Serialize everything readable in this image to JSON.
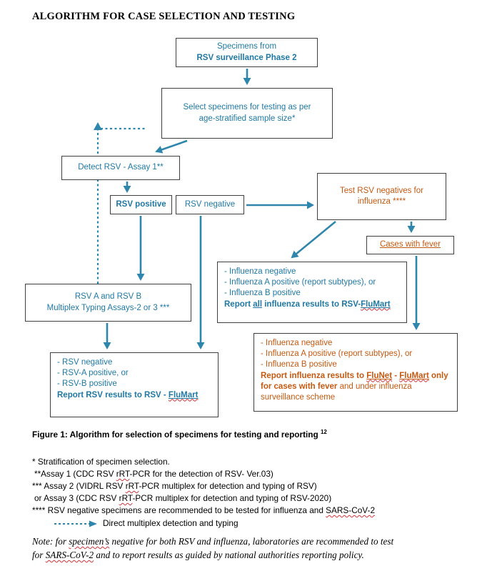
{
  "colors": {
    "teal_text": "#1f78a4",
    "teal_arrow": "#2e86ad",
    "orange": "#c45911",
    "border": "#3f3f3f",
    "squiggle": "#d13438",
    "ink": "#111111"
  },
  "title": "ALGORITHM FOR CASE SELECTION AND TESTING",
  "boxes": {
    "specimens": {
      "line1": "Specimens from",
      "line2": "RSV surveillance Phase 2"
    },
    "select": {
      "line1": "Select specimens for testing as per",
      "line2": "age-stratified sample size*"
    },
    "detect": {
      "label": "Detect RSV - Assay 1**"
    },
    "rsv_positive": {
      "label": "RSV positive"
    },
    "rsv_negative": {
      "label": "RSV negative"
    },
    "test_influenza": {
      "line1": "Test RSV negatives for",
      "line2": "influenza ****"
    },
    "cases_fever": {
      "label": "Cases with fever"
    },
    "influenza_results": {
      "item1": "- Influenza negative",
      "item2": "- Influenza A positive (report subtypes), or",
      "item3": "- Influenza B positive",
      "report_prefix": "Report ",
      "report_all": "all",
      "report_mid": " influenza results to RSV-",
      "report_flumart": "FluMart"
    },
    "multiplex": {
      "line1": "RSV A and RSV B",
      "line2": "Multiplex Typing Assays-2 or 3 ***"
    },
    "report_rsv": {
      "item1": "- RSV negative",
      "item2": "- RSV-A positive, or",
      "item3": "- RSV-B positive",
      "report_prefix": "Report RSV results to RSV - ",
      "report_flumart": "FluMart"
    },
    "report_influenza": {
      "item1": "- Influenza negative",
      "item2": "- Influenza A positive (report subtypes), or",
      "item3": "- Influenza B positive",
      "report_prefix": "Report influenza results to ",
      "report_flunet": "FluNet",
      "report_sep": " - ",
      "report_flumart": "FluMart",
      "report_bold_tail": " only for cases with fever",
      "report_tail": " and under influenza surveillance scheme"
    }
  },
  "caption": {
    "text": "Figure 1: Algorithm for selection of specimens for testing and reporting",
    "superscript": "12"
  },
  "footnotes": {
    "line1": "* Stratification of specimen selection.",
    "line2_pre": "**Assay 1 (CDC RSV ",
    "line2_rrt": "rRT",
    "line2_post": "-PCR for the detection of RSV- Ver.03)",
    "line3_pre": "*** Assay 2 (VIDRL RSV ",
    "line3_rrt": "rRT",
    "line3_post": "-PCR multiplex for detection and typing of RSV)",
    "line4_pre": "or Assay 3 (CDC RSV ",
    "line4_rrt": "rRT",
    "line4_post": "-PCR multiplex for detection and typing of RSV-2020)",
    "line5_pre": "**** RSV negative specimens are recommended to be tested for influenza and ",
    "line5_sars": "SARS-CoV-2",
    "legend_label": "Direct multiplex detection and typing"
  },
  "note": {
    "line1_pre": "Note: for ",
    "line1_word": "specimen’s",
    "line1_post": " negative for both RSV and influenza, laboratories are recommended to test",
    "line2_pre": "for ",
    "line2_sars": "SARS-CoV-2",
    "line2_post": " and to report results as guided by national authorities reporting policy."
  }
}
